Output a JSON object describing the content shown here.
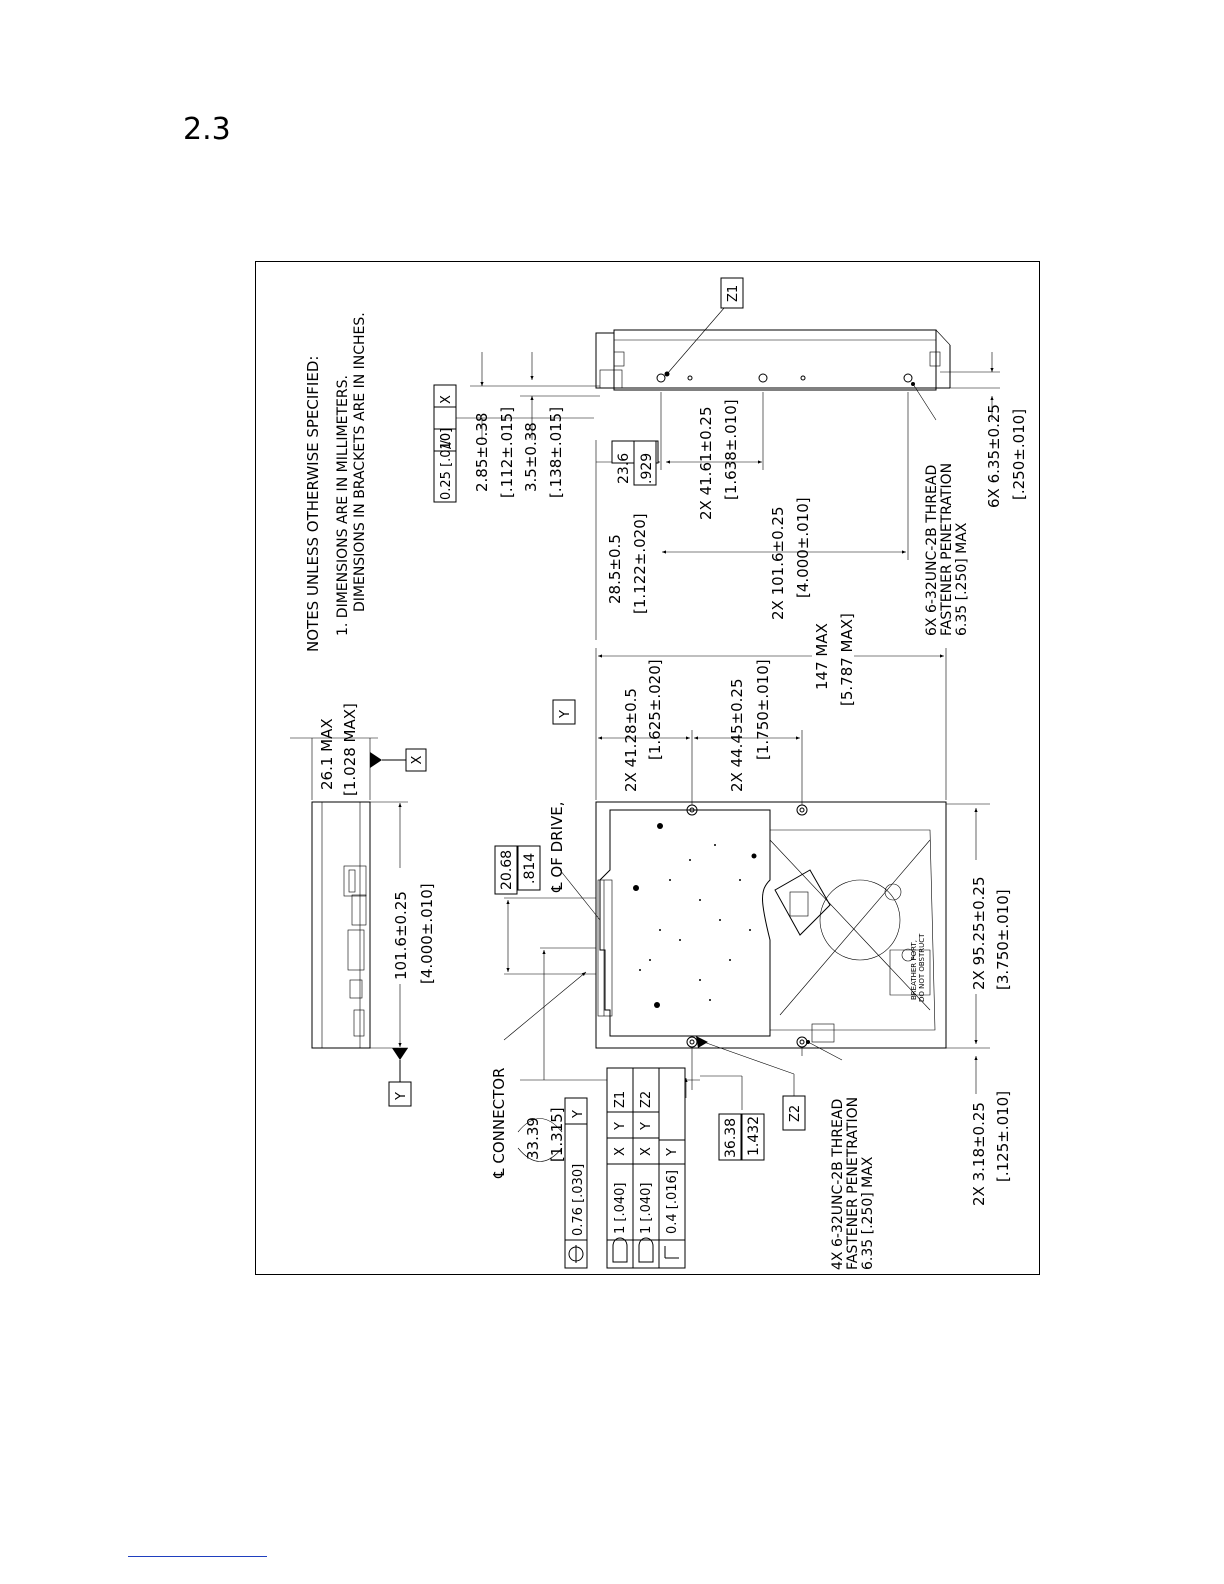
{
  "section": "2.3",
  "notes": {
    "title": "NOTES UNLESS OTHERWISE SPECIFIED:",
    "line1": "1. DIMENSIONS ARE IN MILLIMETERS.",
    "line2": "DIMENSIONS IN BRACKETS ARE IN INCHES."
  },
  "datums": {
    "x": "X",
    "y": "Y",
    "z1": "Z1",
    "z2": "Z2"
  },
  "side_view": {
    "height_mm": "26.1 MAX",
    "height_in": "[1.028 MAX]",
    "length_mm": "101.6±0.25",
    "length_in": "[4.000±.010]"
  },
  "front_view": {
    "fcf_parallel": {
      "symbol": "//",
      "tolerance": "0.25 [.010]",
      "datum": "X"
    },
    "dim_a": {
      "mm": "2.85±0.38",
      "in": "[.112±.015]"
    },
    "dim_b": {
      "mm": "3.5±0.38",
      "in": "[.138±.015]"
    },
    "dim_c": {
      "mm": "28.5±0.5",
      "in": "[1.122±.020]"
    },
    "dim_d": {
      "mm": "23.6",
      "in": ".929"
    },
    "dim_e": {
      "mm": "2X 41.61±0.25",
      "in": "[1.638±.010]"
    },
    "dim_f": {
      "mm": "2X 101.6±0.25",
      "in": "[4.000±.010]"
    },
    "thread": {
      "l1": "6X 6-32UNC-2B THREAD",
      "l2": "FASTENER PENETRATION",
      "l3": "6.35 [.250] MAX"
    },
    "dim_g": {
      "mm": "6X 6.35±0.25",
      "in": "[.250±.010]"
    }
  },
  "bottom_view": {
    "cl_drive": "℄ OF DRIVE,",
    "cl_connector": "℄ CONNECTOR",
    "dim_h": {
      "mm": "2X 41.28±0.5",
      "in": "[1.625±.020]"
    },
    "dim_i": {
      "mm": "2X 44.45±0.25",
      "in": "[1.750±.010]"
    },
    "dim_j": {
      "mm": "147 MAX",
      "in": "[5.787 MAX]"
    },
    "dim_k": {
      "mm": "20.68",
      "in": ".814"
    },
    "dim_l": {
      "mm": "33.39",
      "in": "[1.315]"
    },
    "dim_m": {
      "mm": "36.38",
      "in": "1.432"
    },
    "dim_n": {
      "mm": "2X 95.25±0.25",
      "in": "[3.750±.010]"
    },
    "dim_o": {
      "mm": "2X 3.18±0.25",
      "in": "[.125±.010]"
    },
    "thread": {
      "l1": "4X 6-32UNC-2B THREAD",
      "l2": "FASTENER PENETRATION",
      "l3": "6.35 [.250] MAX"
    },
    "label_a": "BREATHER PORT,",
    "label_b": "DO NOT OBSTRUCT"
  },
  "fcf_table": [
    {
      "tol": "0.76 [.030]",
      "d1": "Y",
      "d2": "",
      "d3": ""
    },
    {
      "tol": "1 [.040]",
      "d1": "X",
      "d2": "Y",
      "d3": "Z1"
    },
    {
      "tol": "1 [.040]",
      "d1": "X",
      "d2": "Y",
      "d3": "Z2"
    },
    {
      "tol": "0.4 [.016]",
      "d1": "Y",
      "d2": "",
      "d3": ""
    }
  ]
}
